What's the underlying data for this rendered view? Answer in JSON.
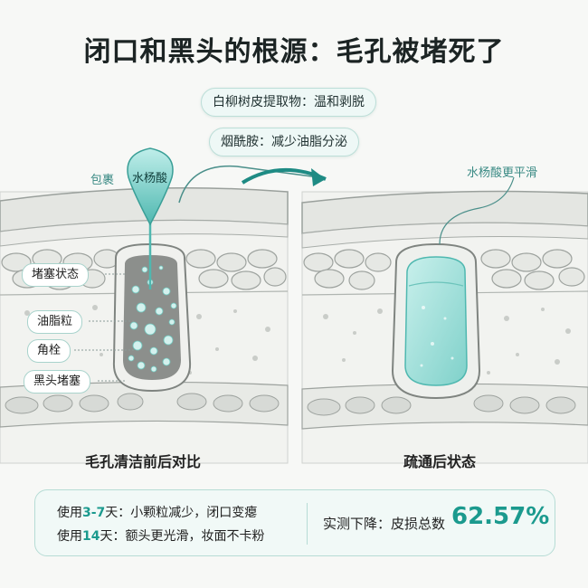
{
  "title": "闭口和黑头的根源：毛孔被堵死了",
  "ingredients": [
    {
      "text": "白柳树皮提取物：温和剥脱"
    },
    {
      "text": "烟酰胺：减少油脂分泌"
    }
  ],
  "left_panel": {
    "wrap_label": "包裹",
    "drop_label": "水杨酸",
    "tags": [
      "堵塞状态",
      "油脂粒",
      "角栓",
      "黑头堵塞"
    ],
    "caption": "毛孔清洁前后对比"
  },
  "right_panel": {
    "top_label": "水杨酸更平滑",
    "caption": "疏通后状态"
  },
  "results": {
    "line1_prefix": "使用",
    "line1_days": "3-7",
    "line1_suffix": "天：小颗粒减少，闭口变瘪",
    "line2_prefix": "使用",
    "line2_days": "14",
    "line2_suffix": "天：额头更光滑，妆面不卡粉",
    "summary_label": "实测下降：皮损总数",
    "summary_value": "62.57%"
  },
  "colors": {
    "accent": "#1b9a8e",
    "teal_light": "#8fd8d2",
    "skin_bg": "#f2f3f0",
    "clog": "#8a8c8a"
  }
}
